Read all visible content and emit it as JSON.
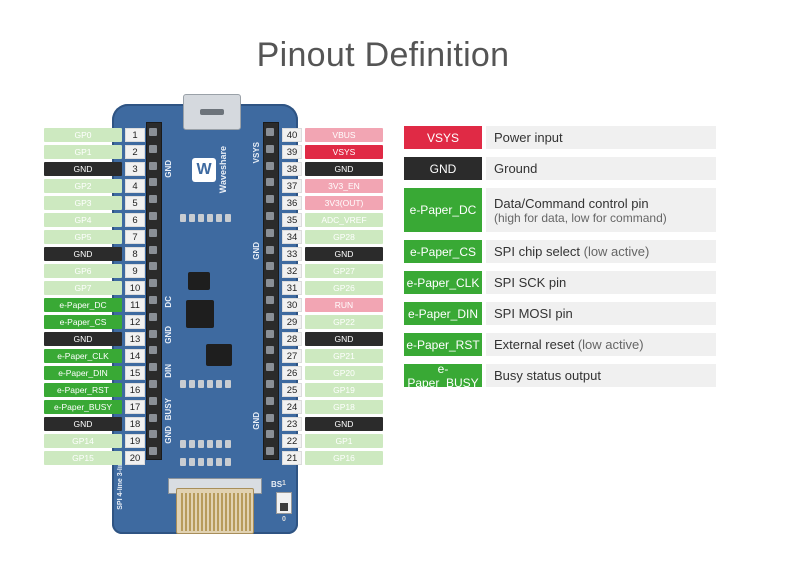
{
  "title": "Pinout Definition",
  "colors": {
    "vsys": "#e02a45",
    "vbus": "#f2a5b3",
    "gnd": "#2b2b2b",
    "gpio": "#cde9c0",
    "epaper": "#39a935",
    "board": "#3e6aa0"
  },
  "left_pins": [
    {
      "num": "1",
      "label": "GP0",
      "type": "gpio"
    },
    {
      "num": "2",
      "label": "GP1",
      "type": "gpio"
    },
    {
      "num": "3",
      "label": "GND",
      "type": "gnd"
    },
    {
      "num": "4",
      "label": "GP2",
      "type": "gpio"
    },
    {
      "num": "5",
      "label": "GP3",
      "type": "gpio"
    },
    {
      "num": "6",
      "label": "GP4",
      "type": "gpio"
    },
    {
      "num": "7",
      "label": "GP5",
      "type": "gpio"
    },
    {
      "num": "8",
      "label": "GND",
      "type": "gnd"
    },
    {
      "num": "9",
      "label": "GP6",
      "type": "gpio"
    },
    {
      "num": "10",
      "label": "GP7",
      "type": "gpio"
    },
    {
      "num": "11",
      "label": "e-Paper_DC",
      "type": "epaper"
    },
    {
      "num": "12",
      "label": "e-Paper_CS",
      "type": "epaper"
    },
    {
      "num": "13",
      "label": "GND",
      "type": "gnd"
    },
    {
      "num": "14",
      "label": "e-Paper_CLK",
      "type": "epaper"
    },
    {
      "num": "15",
      "label": "e-Paper_DIN",
      "type": "epaper"
    },
    {
      "num": "16",
      "label": "e-Paper_RST",
      "type": "epaper"
    },
    {
      "num": "17",
      "label": "e-Paper_BUSY",
      "type": "epaper"
    },
    {
      "num": "18",
      "label": "GND",
      "type": "gnd"
    },
    {
      "num": "19",
      "label": "GP14",
      "type": "gpio"
    },
    {
      "num": "20",
      "label": "GP15",
      "type": "gpio"
    }
  ],
  "right_pins": [
    {
      "num": "40",
      "label": "VBUS",
      "type": "vbus"
    },
    {
      "num": "39",
      "label": "VSYS",
      "type": "vsys"
    },
    {
      "num": "38",
      "label": "GND",
      "type": "gnd"
    },
    {
      "num": "37",
      "label": "3V3_EN",
      "type": "vbus"
    },
    {
      "num": "36",
      "label": "3V3(OUT)",
      "type": "vbus"
    },
    {
      "num": "35",
      "label": "ADC_VREF",
      "type": "gpio"
    },
    {
      "num": "34",
      "label": "GP28",
      "type": "gpio"
    },
    {
      "num": "33",
      "label": "GND",
      "type": "gnd"
    },
    {
      "num": "32",
      "label": "GP27",
      "type": "gpio"
    },
    {
      "num": "31",
      "label": "GP26",
      "type": "gpio"
    },
    {
      "num": "30",
      "label": "RUN",
      "type": "vbus"
    },
    {
      "num": "29",
      "label": "GP22",
      "type": "gpio"
    },
    {
      "num": "28",
      "label": "GND",
      "type": "gnd"
    },
    {
      "num": "27",
      "label": "GP21",
      "type": "gpio"
    },
    {
      "num": "26",
      "label": "GP20",
      "type": "gpio"
    },
    {
      "num": "25",
      "label": "GP19",
      "type": "gpio"
    },
    {
      "num": "24",
      "label": "GP18",
      "type": "gpio"
    },
    {
      "num": "23",
      "label": "GND",
      "type": "gnd"
    },
    {
      "num": "22",
      "label": "GP1",
      "type": "gpio"
    },
    {
      "num": "21",
      "label": "GP16",
      "type": "gpio"
    }
  ],
  "board": {
    "brand": "Waveshare",
    "left_silk": [
      "GND",
      "DC",
      "GND",
      "DIN",
      "BUSY",
      "GND"
    ],
    "right_silk": [
      "VSYS",
      "GND",
      "GND"
    ],
    "bs_label": "BS",
    "bs_mode": "SPI 4-line 3-line",
    "bs_zero": "0",
    "bs_one": "1"
  },
  "legend": [
    {
      "tag": "VSYS",
      "type": "vsys",
      "desc": "Power input",
      "sub": "",
      "note": ""
    },
    {
      "tag": "GND",
      "type": "gnd",
      "desc": "Ground",
      "sub": "",
      "note": ""
    },
    {
      "tag": "e-Paper_DC",
      "type": "epaper",
      "desc": "Data/Command control pin",
      "sub": "(high for data, low for command)",
      "note": ""
    },
    {
      "tag": "e-Paper_CS",
      "type": "epaper",
      "desc": "SPI chip select",
      "sub": "",
      "note": "(low active)"
    },
    {
      "tag": "e-Paper_CLK",
      "type": "epaper",
      "desc": "SPI  SCK pin",
      "sub": "",
      "note": ""
    },
    {
      "tag": "e-Paper_DIN",
      "type": "epaper",
      "desc": "SPI MOSI pin",
      "sub": "",
      "note": ""
    },
    {
      "tag": "e-Paper_RST",
      "type": "epaper",
      "desc": "External reset",
      "sub": "",
      "note": "(low active)"
    },
    {
      "tag": "e-Paper_BUSY",
      "type": "epaper",
      "desc": "Busy status output",
      "sub": "",
      "note": ""
    }
  ]
}
